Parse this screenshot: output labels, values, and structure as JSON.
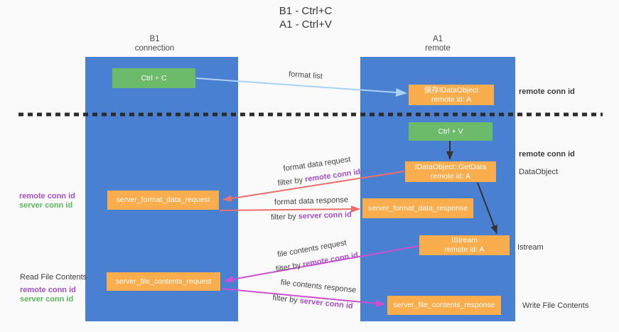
{
  "title": {
    "line1": "B1 - Ctrl+C",
    "line2": "A1 - Ctrl+V"
  },
  "columns": {
    "left": {
      "name": "B1",
      "role": "connection"
    },
    "right": {
      "name": "A1",
      "role": "remote"
    }
  },
  "nodes": {
    "ctrl_c": "Ctrl + C",
    "ctrl_v": "Ctrl + V",
    "save_dataobject": {
      "line1": "保存IDataObject",
      "line2": "remote id: A"
    },
    "getdata": {
      "line1": "IDataObject::GetData",
      "line2": "remote id: A"
    },
    "istream": {
      "line1": "IStream",
      "line2": "remote id: A"
    },
    "server_format_data_request": "server_format_data_request",
    "server_format_data_response": "server_format_data_response",
    "server_file_contents_request": "server_file_contents_request",
    "server_file_contents_response": "server_file_contents_response"
  },
  "arrow_labels": {
    "format_list": "format list",
    "format_data_request": "format data request",
    "format_data_response": "format data response",
    "file_contents_request": "file contents request",
    "file_contents_response": "file contents response",
    "filter_by": "filter by",
    "remote_conn_id": "remote conn id",
    "server_conn_id": "server conn id"
  },
  "side_labels": {
    "remote_conn_id": "remote conn id",
    "server_conn_id": "server conn id",
    "read_file_contents": "Read File Contents",
    "write_file_contents": "Write File Contents",
    "dataobject": "DataObject",
    "istream": "Istream"
  },
  "colors": {
    "column_blue": "#4a80d2",
    "box_green": "#6cbb6b",
    "box_orange": "#f9ad4d",
    "arrow_light_blue": "#a9d2f2",
    "arrow_red": "#ee6d6d",
    "arrow_magenta": "#cf4fd0",
    "arrow_black": "#333333",
    "text_purple": "#a550c8",
    "text_green": "#5cb85c"
  }
}
